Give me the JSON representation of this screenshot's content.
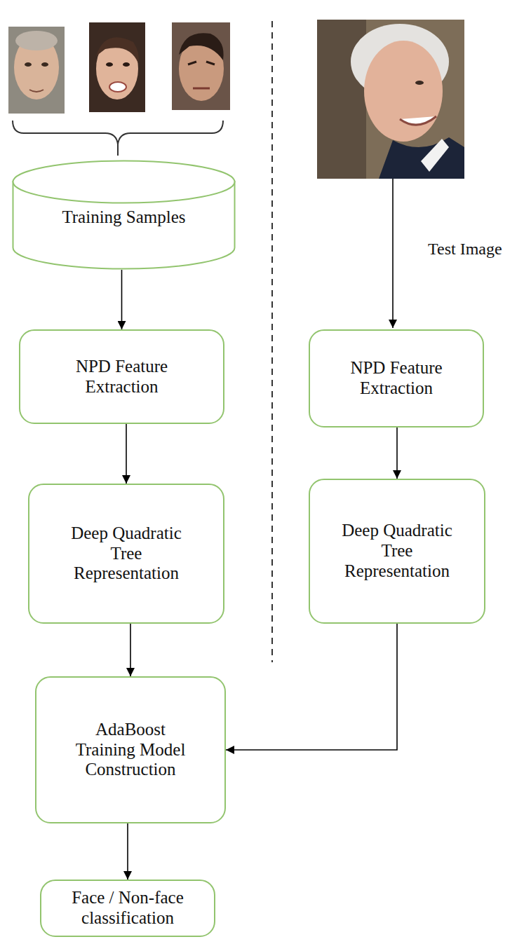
{
  "diagram": {
    "nodes": [
      {
        "text": [
          "Training Samples"
        ]
      },
      {
        "text": [
          "NPD Feature Extraction"
        ]
      },
      {
        "text": [
          "Deep Quadratic Tree Representation"
        ]
      },
      {
        "text": [
          "AdaBoost Training Model Construction"
        ]
      },
      {
        "text": [
          "Face / Non-face classification"
        ]
      },
      {
        "text": [
          "NPD Feature Extraction"
        ]
      },
      {
        "text": [
          "Deep Quadratic Tree Representation"
        ]
      }
    ],
    "edges": [
      {
        "from": 0,
        "to": 1,
        "arrow": "to"
      },
      {
        "from": 1,
        "to": 2,
        "arrow": "to"
      },
      {
        "from": 2,
        "to": 3,
        "arrow": "to"
      },
      {
        "from": 3,
        "to": 4,
        "arrow": "to"
      },
      {
        "from": 5,
        "to": 6,
        "arrow": "to"
      },
      {
        "from": 6,
        "to": 3,
        "arrow": "to"
      }
    ],
    "labels": [
      "Test Image"
    ]
  }
}
